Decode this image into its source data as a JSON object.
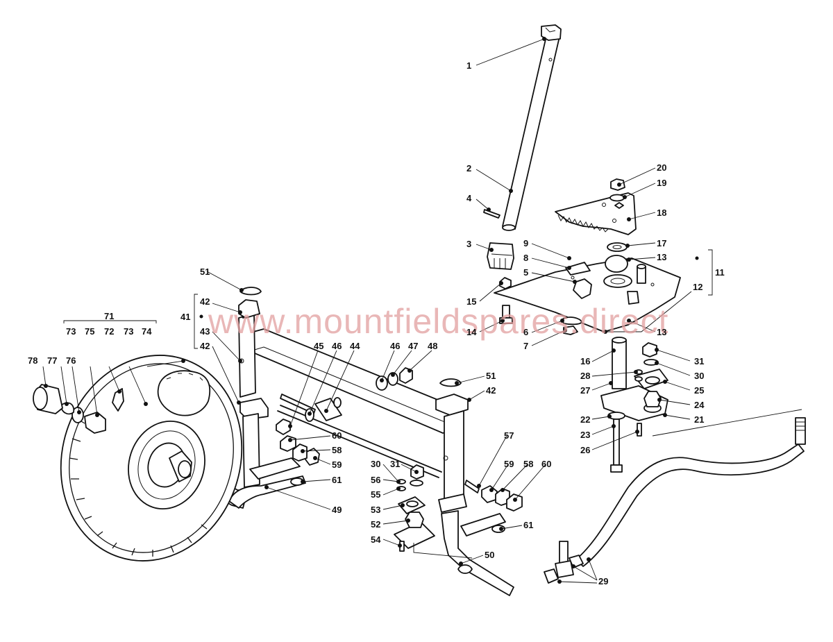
{
  "watermark": "www.mountfieldspares.direct",
  "callouts": [
    {
      "id": "c1",
      "text": "1"
    },
    {
      "id": "c2",
      "text": "2"
    },
    {
      "id": "c3",
      "text": "3"
    },
    {
      "id": "c4",
      "text": "4"
    },
    {
      "id": "c5",
      "text": "5"
    },
    {
      "id": "c6",
      "text": "6"
    },
    {
      "id": "c7",
      "text": "7"
    },
    {
      "id": "c8",
      "text": "8"
    },
    {
      "id": "c9",
      "text": "9"
    },
    {
      "id": "c11",
      "text": "11"
    },
    {
      "id": "c12",
      "text": "12"
    },
    {
      "id": "c13a",
      "text": "13"
    },
    {
      "id": "c13b",
      "text": "13"
    },
    {
      "id": "c14",
      "text": "14"
    },
    {
      "id": "c15",
      "text": "15"
    },
    {
      "id": "c16",
      "text": "16"
    },
    {
      "id": "c17",
      "text": "17"
    },
    {
      "id": "c18",
      "text": "18"
    },
    {
      "id": "c19",
      "text": "19"
    },
    {
      "id": "c20",
      "text": "20"
    },
    {
      "id": "c21",
      "text": "21"
    },
    {
      "id": "c22",
      "text": "22"
    },
    {
      "id": "c23",
      "text": "23"
    },
    {
      "id": "c24",
      "text": "24"
    },
    {
      "id": "c25",
      "text": "25"
    },
    {
      "id": "c26",
      "text": "26"
    },
    {
      "id": "c27",
      "text": "27"
    },
    {
      "id": "c28",
      "text": "28"
    },
    {
      "id": "c29",
      "text": "29"
    },
    {
      "id": "c30a",
      "text": "30"
    },
    {
      "id": "c30b",
      "text": "30"
    },
    {
      "id": "c31a",
      "text": "31"
    },
    {
      "id": "c31b",
      "text": "31"
    },
    {
      "id": "c41",
      "text": "41"
    },
    {
      "id": "c42a",
      "text": "42"
    },
    {
      "id": "c42b",
      "text": "42"
    },
    {
      "id": "c42c",
      "text": "42"
    },
    {
      "id": "c43",
      "text": "43"
    },
    {
      "id": "c44",
      "text": "44"
    },
    {
      "id": "c45",
      "text": "45"
    },
    {
      "id": "c46a",
      "text": "46"
    },
    {
      "id": "c46b",
      "text": "46"
    },
    {
      "id": "c47",
      "text": "47"
    },
    {
      "id": "c48",
      "text": "48"
    },
    {
      "id": "c49",
      "text": "49"
    },
    {
      "id": "c50",
      "text": "50"
    },
    {
      "id": "c51a",
      "text": "51"
    },
    {
      "id": "c51b",
      "text": "51"
    },
    {
      "id": "c52",
      "text": "52"
    },
    {
      "id": "c53",
      "text": "53"
    },
    {
      "id": "c54",
      "text": "54"
    },
    {
      "id": "c55",
      "text": "55"
    },
    {
      "id": "c56",
      "text": "56"
    },
    {
      "id": "c57",
      "text": "57"
    },
    {
      "id": "c58a",
      "text": "58"
    },
    {
      "id": "c58b",
      "text": "58"
    },
    {
      "id": "c59a",
      "text": "59"
    },
    {
      "id": "c59b",
      "text": "59"
    },
    {
      "id": "c60a",
      "text": "60"
    },
    {
      "id": "c60b",
      "text": "60"
    },
    {
      "id": "c61a",
      "text": "61"
    },
    {
      "id": "c61b",
      "text": "61"
    },
    {
      "id": "c71",
      "text": "71"
    },
    {
      "id": "c72",
      "text": "72"
    },
    {
      "id": "c73a",
      "text": "73"
    },
    {
      "id": "c73b",
      "text": "73"
    },
    {
      "id": "c74",
      "text": "74"
    },
    {
      "id": "c75",
      "text": "75"
    },
    {
      "id": "c76",
      "text": "76"
    },
    {
      "id": "c77",
      "text": "77"
    },
    {
      "id": "c78",
      "text": "78"
    }
  ]
}
